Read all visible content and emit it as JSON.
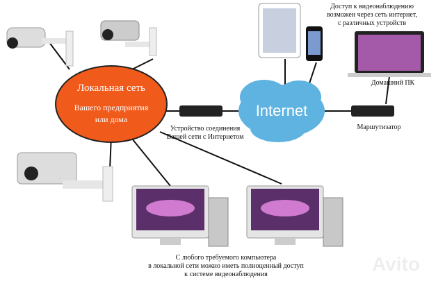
{
  "network": {
    "title": "Локальная сеть",
    "line2": "Вашего предприятия",
    "line3": "или дома"
  },
  "cloud_label": "Internet",
  "modem_label": [
    "Устройство соединения",
    "Вашей сети с Интернетом"
  ],
  "router_label": "Маршутизатор",
  "home_pc_label": "Домашний ПК",
  "remote_access": [
    "Доступ к видеонаблюдению",
    "возможен через сеть интернет,",
    "с различных устройств"
  ],
  "local_access": [
    "С любого требуемого компьютера",
    "в локальной сети можно иметь полноценный доступ",
    "к системе видеонаблюдения"
  ],
  "watermark": "Avito",
  "colors": {
    "oval": "#f05a1a",
    "cloud": "#5fb3e0"
  }
}
